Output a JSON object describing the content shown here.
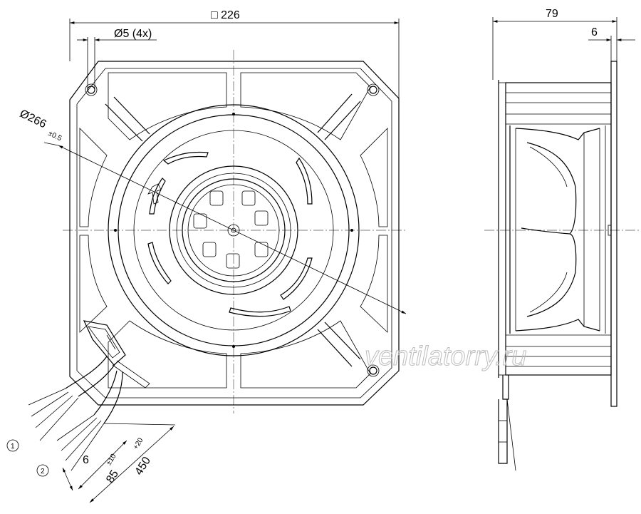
{
  "dimensions": {
    "frame_width": "□ 226",
    "hole_diameter": "Ø5 (4x)",
    "impeller_diameter": "Ø266",
    "impeller_tolerance": "±0.5",
    "depth": "79",
    "flange": "6",
    "wire_end": "6",
    "wire_strip": "85",
    "wire_strip_tolerance": "±10",
    "cable_length": "450",
    "cable_length_tolerance": "+20"
  },
  "callouts": [
    "1",
    "2"
  ],
  "watermark": "ventilatorry.ru"
}
